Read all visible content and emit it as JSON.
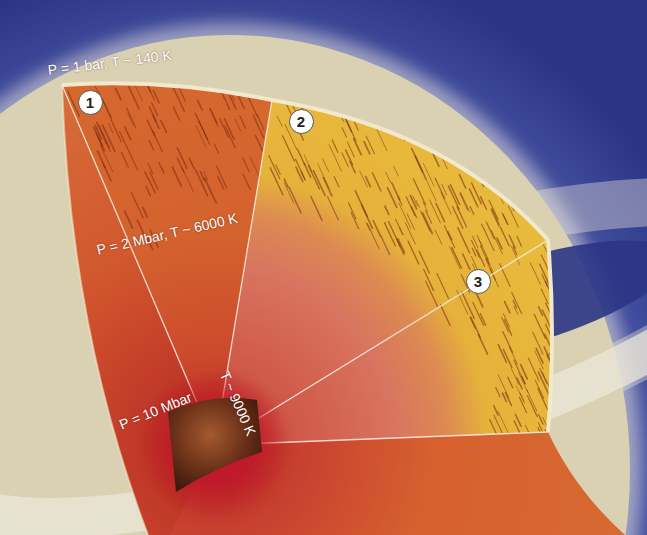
{
  "diagram": {
    "nodes": [
      {
        "text": [
          "1"
        ]
      },
      {
        "text": [
          "2"
        ]
      },
      {
        "text": [
          "3"
        ]
      }
    ],
    "labels": [
      "P = 1 bar, T ~ 140 K",
      "P = 2 Mbar, T ~ 6000 K",
      "P = 10 Mbar",
      "T ~ 9000 K"
    ]
  }
}
